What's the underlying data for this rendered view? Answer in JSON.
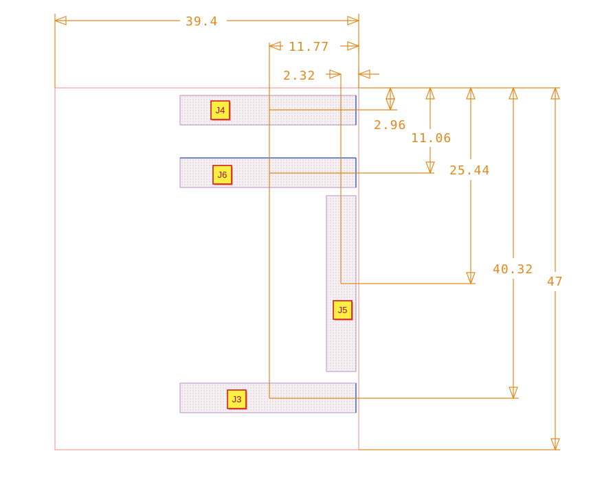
{
  "colors": {
    "dimension": "#e08a1e",
    "board_outline": "#f0a0a0",
    "connector_outline": "#b090c0",
    "connector_edge": "#4060d0",
    "connector_fill": "#f4eef0",
    "label_fill": "#ffee44",
    "label_border": "#cc1010",
    "label_text": "#a01010"
  },
  "dimensions": {
    "board_width": "39.4",
    "offset_x_center": "11.77",
    "offset_x_edge": "2.32",
    "offset_y_j4": "2.96",
    "offset_y_j6": "11.06",
    "offset_y_j5": "25.44",
    "offset_y_j3": "40.32",
    "board_height": "47"
  },
  "connectors": {
    "j4": "J4",
    "j6": "J6",
    "j5": "J5",
    "j3": "J3"
  }
}
